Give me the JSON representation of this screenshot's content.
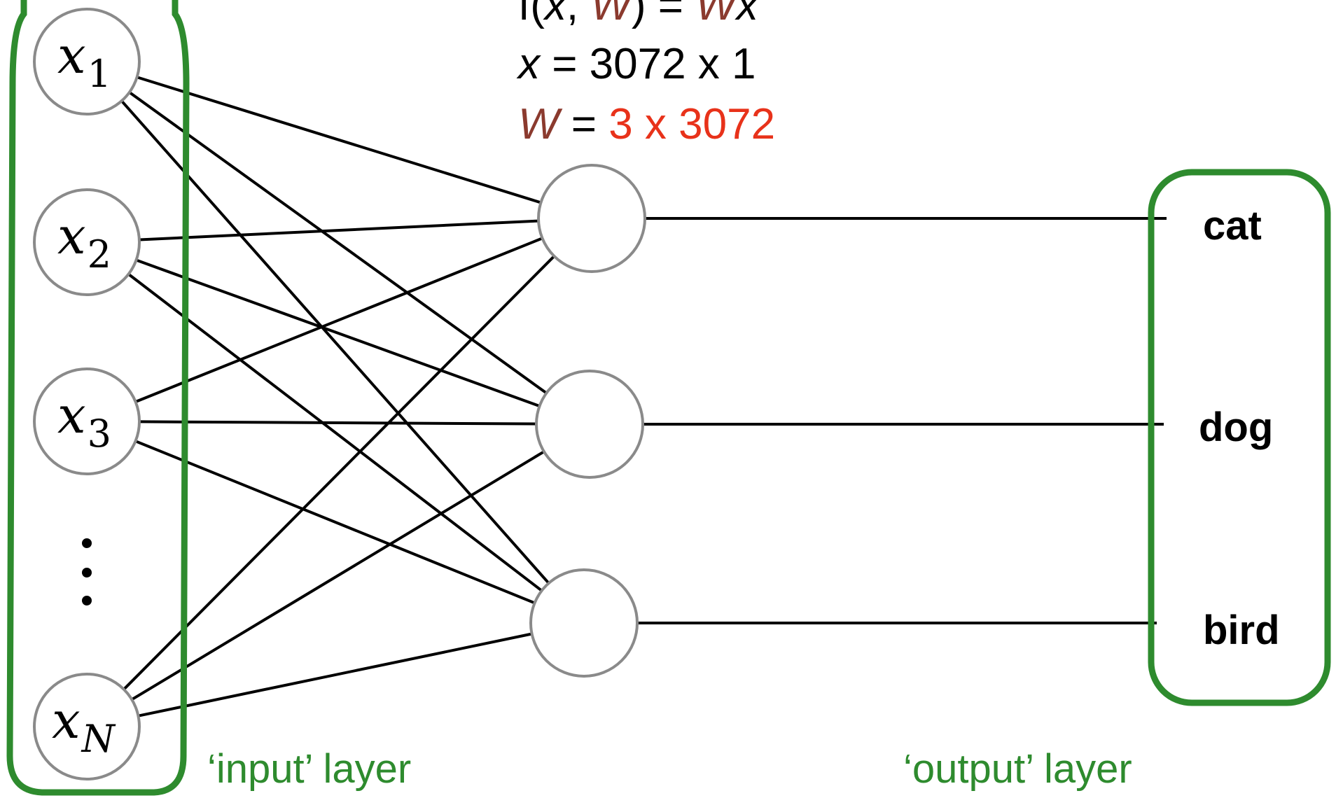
{
  "colors": {
    "group_outline": "#2e8b2e",
    "layer_label": "#2e8b2e",
    "weight_symbol": "#8b3a2e",
    "weight_dims": "#e8321a",
    "node_stroke": "#8a8a8a"
  },
  "formulas": {
    "line1": {
      "f": "f(",
      "x": "x",
      "comma": ", ",
      "W": "W",
      "close_eq": ") = ",
      "W2": "W",
      "x2": "x"
    },
    "line2": {
      "x": "x",
      "rest": " = 3072 x 1"
    },
    "line3": {
      "W": "W",
      "eq": " = ",
      "dims": "3 x 3072"
    }
  },
  "input_nodes": [
    {
      "symbol": "x",
      "subscript": "1"
    },
    {
      "symbol": "x",
      "subscript": "2"
    },
    {
      "symbol": "x",
      "subscript": "3"
    },
    {
      "symbol": "x",
      "subscript": "N"
    }
  ],
  "output_classes": [
    "cat",
    "dog",
    "bird"
  ],
  "layer_labels": {
    "input": "‘input’ layer",
    "output": "‘output’ layer"
  }
}
